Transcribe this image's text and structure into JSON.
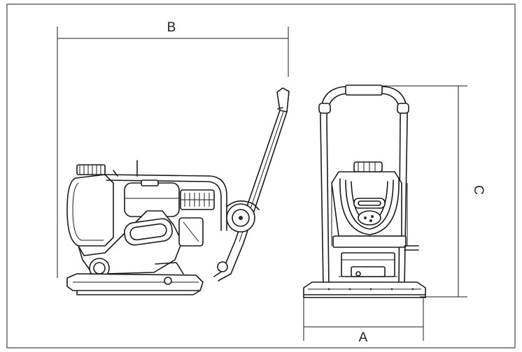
{
  "dimension_labels": {
    "width": "A",
    "length": "B",
    "height": "C"
  }
}
